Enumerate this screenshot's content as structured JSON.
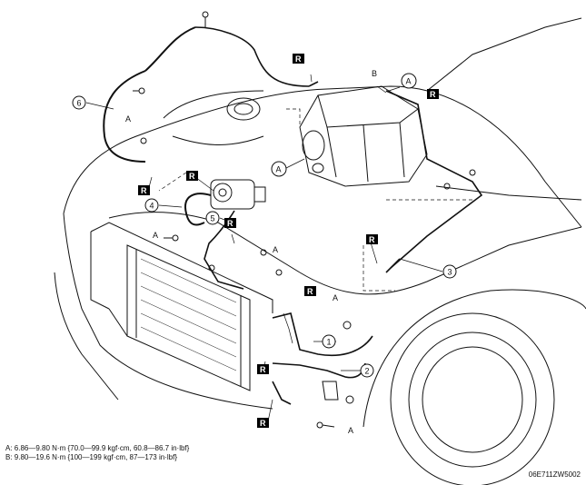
{
  "callouts": {
    "c1": "1",
    "c2": "2",
    "c3": "3",
    "c4": "4",
    "c5": "5",
    "c6": "6"
  },
  "markers": {
    "r": "R",
    "a": "A",
    "b": "B"
  },
  "specs": {
    "a": "A: 6.86—9.80 N·m {70.0—99.9 kgf·cm, 60.8—86.7 in·lbf}",
    "b": "B: 9.80—19.6 N·m {100—199 kgf·cm, 87—173 in·lbf}"
  },
  "figure_code": "06E711ZW5002",
  "colors": {
    "ink": "#111111",
    "badge": "#000000",
    "paper": "#ffffff"
  }
}
